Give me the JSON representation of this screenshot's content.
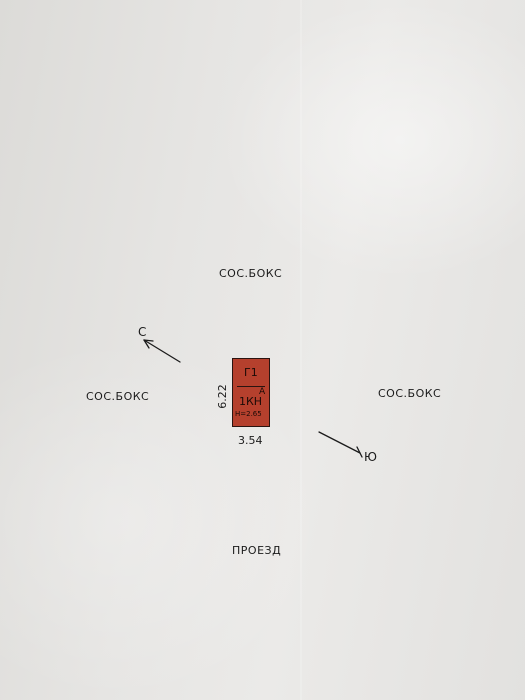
{
  "neighbors": {
    "north": "СОС.БОКС",
    "west": "СОС.БОКС",
    "east": "СОС.БОКС"
  },
  "south_label": "ПРОЕЗД",
  "compass": {
    "north_letter": "С",
    "south_letter": "Ю"
  },
  "building": {
    "top_label": "Г1",
    "side_mark": "А",
    "main_label": "1КН",
    "sub_label": "Н=2.65"
  },
  "dimensions": {
    "height": "6.22",
    "width": "3.54"
  },
  "colors": {
    "building_fill": "#b5402d",
    "ink": "#1b1b1b",
    "paper": "#e4e3e1"
  }
}
